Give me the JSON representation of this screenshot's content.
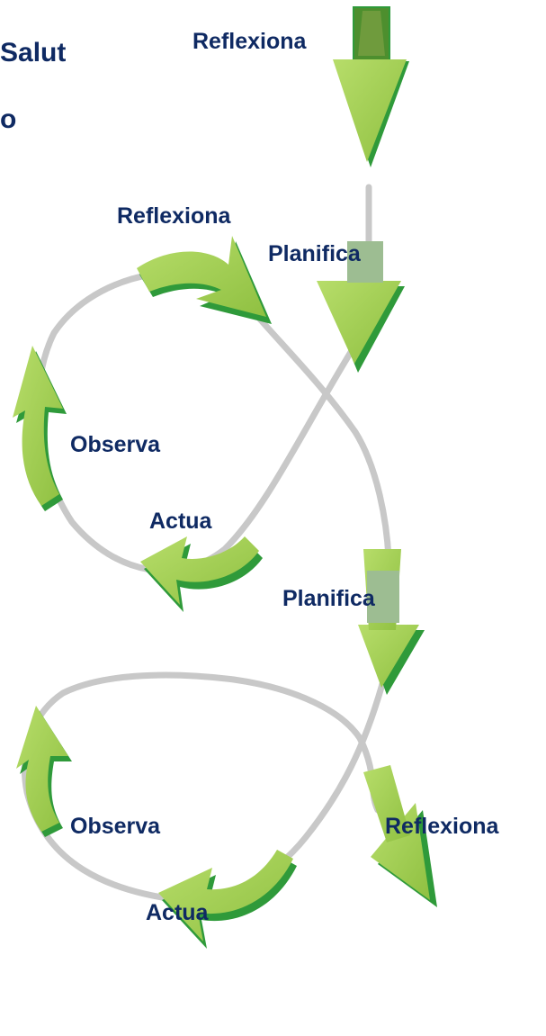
{
  "title": {
    "line1": "Salut",
    "line2": "o"
  },
  "stages": {
    "top_reflect": "Reflexiona",
    "cycle1": {
      "reflect": "Reflexiona",
      "plan": "Planifica",
      "act": "Actua",
      "observe": "Observa"
    },
    "cycle2": {
      "plan": "Planifica",
      "act": "Actua",
      "observe": "Observa",
      "reflect": "Reflexiona"
    }
  },
  "colors": {
    "arrow_fill": "#9dcc4e",
    "arrow_shadow": "#2f9a3a",
    "arrow_dark": "#5e8b2e",
    "track": "#c8c8c8",
    "label_text": "#0f2a63",
    "highlight_box": "#9dbd92"
  },
  "icons": [
    "curved-arrow-icon",
    "down-arrow-icon",
    "loop-track"
  ]
}
